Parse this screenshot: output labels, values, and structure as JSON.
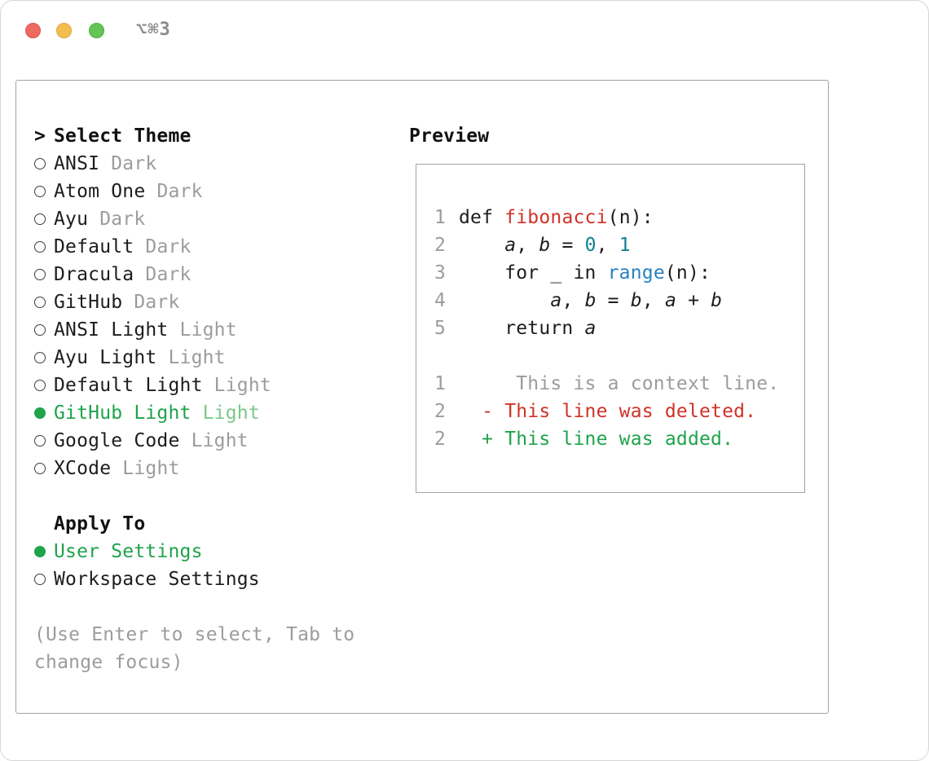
{
  "titlebar": {
    "shortcut": "⌥⌘3"
  },
  "colors": {
    "accent_green": "#1fa34b",
    "muted_gray": "#9c9c9c",
    "syntax_red": "#cf3228",
    "syntax_blue": "#2681c4",
    "syntax_teal": "#0e8390",
    "traffic_red": "#ee6a5f",
    "traffic_yellow": "#f5bd4f",
    "traffic_green": "#62c554",
    "panel_border": "#a3a3a3"
  },
  "left": {
    "cursor": ">",
    "title": "Select Theme",
    "themes": [
      {
        "name": "ANSI",
        "variant": "Dark",
        "selected": false
      },
      {
        "name": "Atom One",
        "variant": "Dark",
        "selected": false
      },
      {
        "name": "Ayu",
        "variant": "Dark",
        "selected": false
      },
      {
        "name": "Default",
        "variant": "Dark",
        "selected": false
      },
      {
        "name": "Dracula",
        "variant": "Dark",
        "selected": false
      },
      {
        "name": "GitHub",
        "variant": "Dark",
        "selected": false
      },
      {
        "name": "ANSI Light",
        "variant": "Light",
        "selected": false
      },
      {
        "name": "Ayu Light",
        "variant": "Light",
        "selected": false
      },
      {
        "name": "Default Light",
        "variant": "Light",
        "selected": false
      },
      {
        "name": "GitHub Light",
        "variant": "Light",
        "selected": true
      },
      {
        "name": "Google Code",
        "variant": "Light",
        "selected": false
      },
      {
        "name": "XCode",
        "variant": "Light",
        "selected": false
      }
    ],
    "apply_to_title": "Apply To",
    "apply_options": [
      {
        "label": "User Settings",
        "selected": true
      },
      {
        "label": "Workspace Settings",
        "selected": false
      }
    ],
    "hint_line1": "(Use Enter to select, Tab to",
    "hint_line2": "change focus)"
  },
  "preview": {
    "title": "Preview",
    "lines": [
      {
        "num": "1",
        "tokens": [
          {
            "t": "def ",
            "c": "plain"
          },
          {
            "t": "fibonacci",
            "c": "red"
          },
          {
            "t": "(n):",
            "c": "plain"
          }
        ]
      },
      {
        "num": "2",
        "tokens": [
          {
            "t": "    ",
            "c": "plain"
          },
          {
            "t": "a",
            "c": "italic"
          },
          {
            "t": ", ",
            "c": "plain"
          },
          {
            "t": "b",
            "c": "italic"
          },
          {
            "t": " = ",
            "c": "plain"
          },
          {
            "t": "0",
            "c": "teal"
          },
          {
            "t": ", ",
            "c": "plain"
          },
          {
            "t": "1",
            "c": "teal"
          }
        ]
      },
      {
        "num": "3",
        "tokens": [
          {
            "t": "    for _ in ",
            "c": "plain"
          },
          {
            "t": "range",
            "c": "blue"
          },
          {
            "t": "(n):",
            "c": "plain"
          }
        ]
      },
      {
        "num": "4",
        "tokens": [
          {
            "t": "        ",
            "c": "plain"
          },
          {
            "t": "a",
            "c": "italic"
          },
          {
            "t": ", ",
            "c": "plain"
          },
          {
            "t": "b",
            "c": "italic"
          },
          {
            "t": " = ",
            "c": "plain"
          },
          {
            "t": "b",
            "c": "italic"
          },
          {
            "t": ", ",
            "c": "plain"
          },
          {
            "t": "a",
            "c": "italic"
          },
          {
            "t": " + ",
            "c": "plain"
          },
          {
            "t": "b",
            "c": "italic"
          }
        ]
      },
      {
        "num": "5",
        "tokens": [
          {
            "t": "    return ",
            "c": "plain"
          },
          {
            "t": "a",
            "c": "italic"
          }
        ]
      },
      {
        "num": "",
        "tokens": []
      },
      {
        "num": "1",
        "tokens": [
          {
            "t": "     This is a context line.",
            "c": "gray"
          }
        ]
      },
      {
        "num": "2",
        "tokens": [
          {
            "t": "  - This line was deleted.",
            "c": "red"
          }
        ]
      },
      {
        "num": "2",
        "tokens": [
          {
            "t": "  + This line was added.",
            "c": "green"
          }
        ]
      }
    ]
  }
}
